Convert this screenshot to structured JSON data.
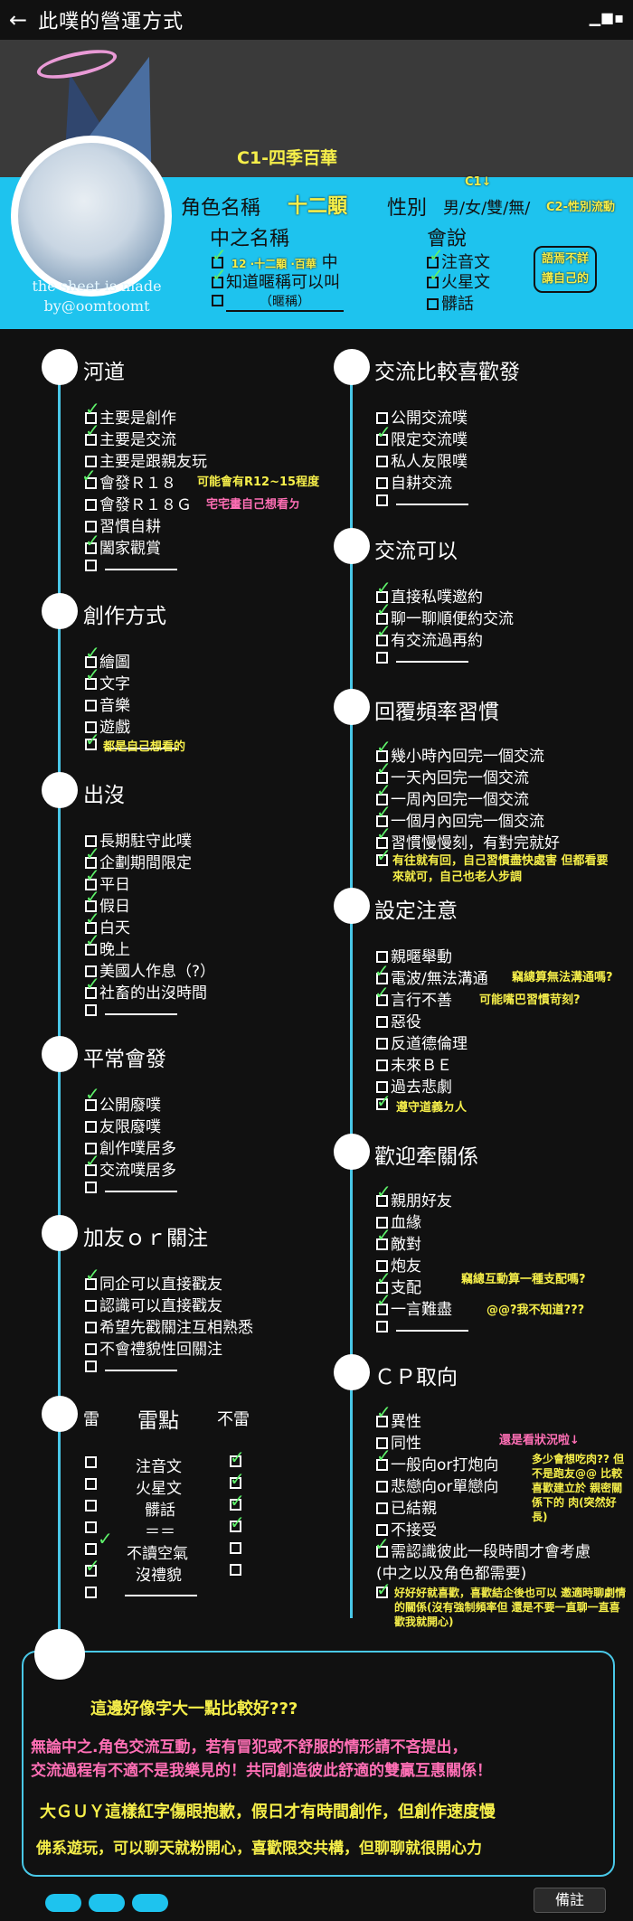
{
  "app": {
    "title": "此噗的營運方式",
    "back_glyph": "←",
    "window_controls": "▁■▪"
  },
  "header": {
    "subtitle": "C1-四季百華",
    "credit": "the sheet is made by@oomtoomt",
    "role_label": "角色名稱",
    "role_value": "十二顒",
    "gender_label": "性別",
    "gender_options": "男/女/雙/無/",
    "gender_note_c1": "C1↓",
    "gender_note_c2": "C2-性別流動",
    "alias_label": "中之名稱",
    "alias_line1_note": "12 ·十二顒 ·百華",
    "alias_line1": "中",
    "alias_line2": "知道暱稱可以叫",
    "alias_line3": "（暱稱）",
    "speak_label": "會說",
    "speak_1": "注音文",
    "speak_2": "火星文",
    "speak_3": "髒話",
    "speak_note": "語焉不詳 講自己的"
  },
  "sections": {
    "hedao": {
      "title": "河道",
      "items": [
        "主要是創作",
        "主要是交流",
        "主要是跟親友玩",
        "會發Ｒ１８",
        "會發Ｒ１８Ｇ",
        "習慣自耕",
        "闔家觀賞"
      ],
      "note_r18": "可能會有R12~15程度",
      "note_r18g": "宅宅畫自己想看ㄉ"
    },
    "chuangzuo": {
      "title": "創作方式",
      "items": [
        "繪圖",
        "文字",
        "音樂",
        "遊戲"
      ],
      "note": "都是自己想看的"
    },
    "chumo": {
      "title": "出沒",
      "items": [
        "長期駐守此噗",
        "企劃期間限定",
        "平日",
        "假日",
        "白天",
        "晚上",
        "美國人作息（?）",
        "社畜的出沒時間"
      ]
    },
    "pingchang": {
      "title": "平常會發",
      "items": [
        "公開廢噗",
        "友限廢噗",
        "創作噗居多",
        "交流噗居多"
      ]
    },
    "jiayou": {
      "title": "加友ｏｒ關注",
      "items": [
        "同企可以直接戳友",
        "認識可以直接戳友",
        "希望先戳關注互相熟悉",
        "不會禮貌性回關注"
      ]
    },
    "lei": {
      "title": "雷點",
      "left_head": "雷",
      "right_head": "不雷",
      "items": [
        "注音文",
        "火星文",
        "髒話",
        "＝＝",
        "不讀空氣",
        "沒禮貌"
      ]
    },
    "jiaoliu_like": {
      "title": "交流比較喜歡發",
      "items": [
        "公開交流噗",
        "限定交流噗",
        "私人友限噗",
        "自耕交流"
      ]
    },
    "jiaoliu_can": {
      "title": "交流可以",
      "items": [
        "直接私噗邀約",
        "聊一聊順便約交流",
        "有交流過再約"
      ]
    },
    "huifu": {
      "title": "回覆頻率習慣",
      "items": [
        "幾小時內回完一個交流",
        "一天內回完一個交流",
        "一周內回完一個交流",
        "一個月內回完一個交流",
        "習慣慢慢刻，有對完就好"
      ],
      "note": "有往就有回，自己習慣盡快處害 但都看要來就可，自己也老人步調"
    },
    "shezhi": {
      "title": "設定注意",
      "items": [
        "親暱舉動",
        "電波/無法溝通",
        "言行不善",
        "惡役",
        "反道德倫理",
        "未來ＢＥ",
        "過去悲劇"
      ],
      "note_1": "竊總算無法溝通嗎?",
      "note_2": "可能嘴巴習慣苛刻?",
      "note_3": "遵守道義ㄉ人"
    },
    "huanying": {
      "title": "歡迎牽關係",
      "items": [
        "親朋好友",
        "血緣",
        "敵對",
        "炮友",
        "支配",
        "一言難盡"
      ],
      "note_1": "竊總互動算一種支配嗎?",
      "note_2": "@@?我不知道???"
    },
    "cp": {
      "title": "ＣＰ取向",
      "items": [
        "異性",
        "同性",
        "一般向or打炮向",
        "悲戀向or單戀向",
        "已結親",
        "不接受",
        "需認識彼此一段時間才會考慮",
        "(中之以及角色都需要)"
      ],
      "note_top": "還是看狀況啦↓",
      "note_side": "多少會想吃肉?? 但不是跑友@@ 比較喜歡建立於 親密關係下的 肉(突然好長)",
      "note_bottom": "好好好就喜歡，喜歡結企後也可以 邀適時聊劇情的關係(沒有強制頻率但 還是不要一直聊一直喜歡我就開心)"
    }
  },
  "footer": {
    "line1": "這邊好像字大一點比較好???",
    "line2": "無論中之.角色交流互動，若有冒犯或不舒服的情形請不吝提出，",
    "line3": "交流過程有不適不是我樂見的！共同創造彼此舒適的雙贏互惠關係！",
    "line4": "大ＧＵＹ這樣紅字傷眼抱歉，假日才有時間創作，但創作速度慢",
    "line5": "佛系遊玩，可以聊天就粉開心，喜歡限交共構，但聊聊就很開心力",
    "button": "備註"
  },
  "colors": {
    "accent": "#1ec3ee",
    "check": "#5ef26a",
    "note": "#f6ef4a",
    "pink": "#ff6fb5"
  }
}
